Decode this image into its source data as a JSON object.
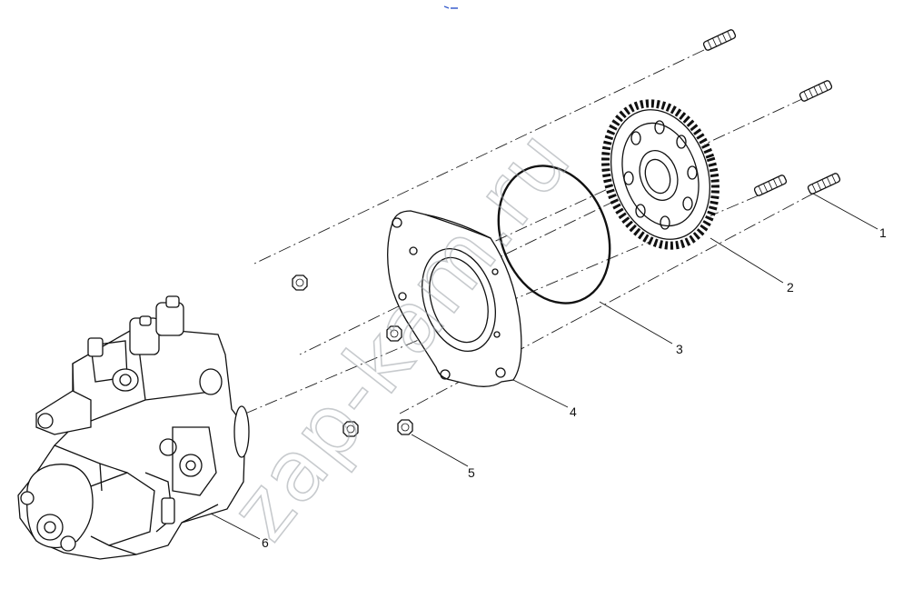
{
  "watermark": "zap-kam.ru",
  "callouts": [
    {
      "id": "1",
      "label": "1"
    },
    {
      "id": "2",
      "label": "2"
    },
    {
      "id": "3",
      "label": "3"
    },
    {
      "id": "4",
      "label": "4"
    },
    {
      "id": "5",
      "label": "5"
    },
    {
      "id": "6",
      "label": "6"
    }
  ],
  "colors": {
    "line": "#111111",
    "watermark": "#9aa0a6",
    "mark": "#3a5fcd"
  }
}
